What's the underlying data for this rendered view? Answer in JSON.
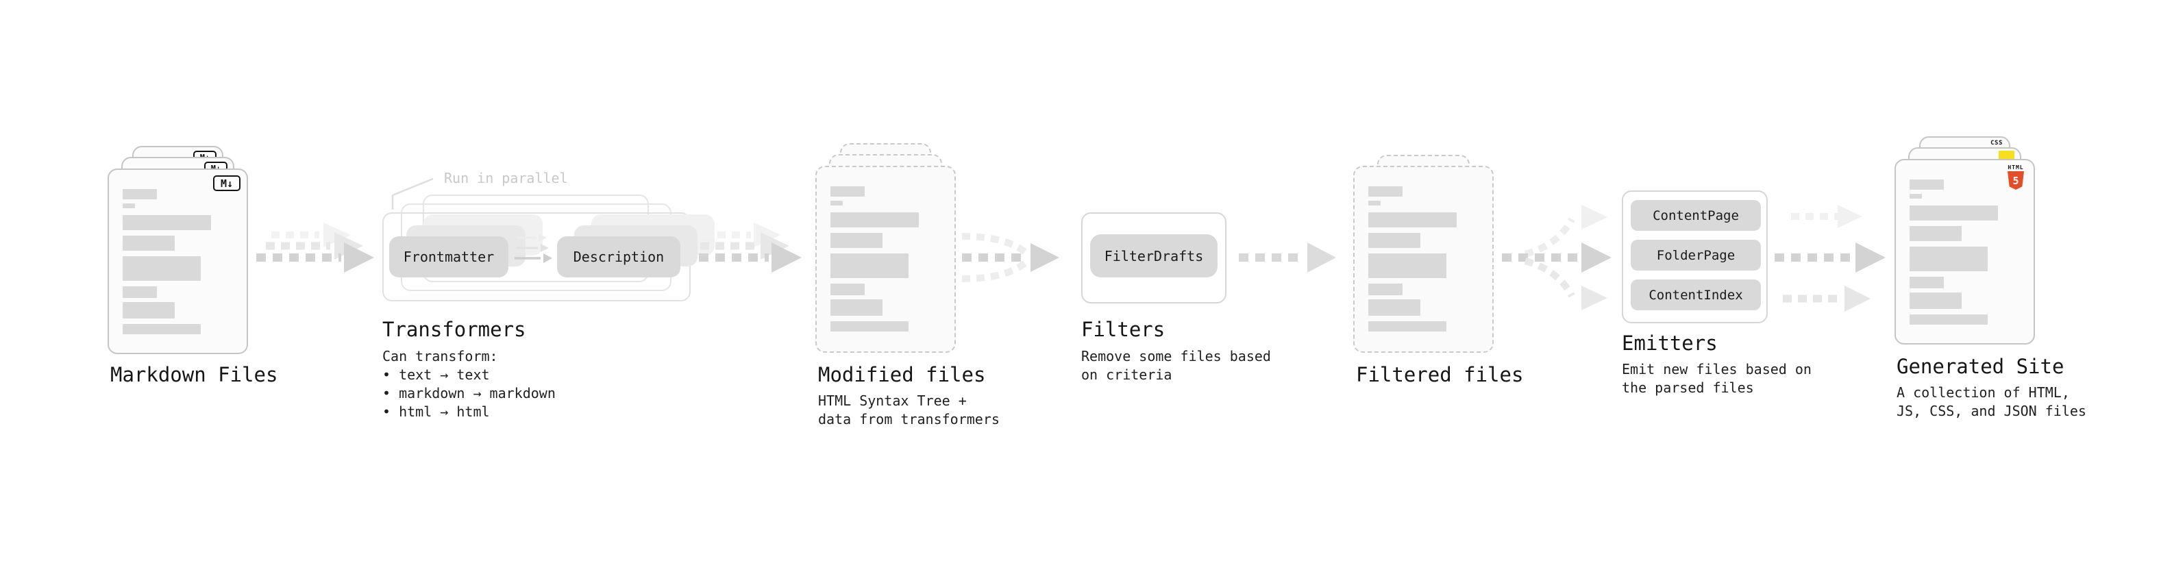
{
  "colors": {
    "html5_orange": "#e44d26",
    "js_yellow": "#f7df1e",
    "css_blue": "#2166f0",
    "pill_gray": "#d9d9d9",
    "muted_label": "#c8c8c8"
  },
  "stages": {
    "markdown": {
      "title": "Markdown Files",
      "badge": "M↓"
    },
    "transformers": {
      "title": "Transformers",
      "callout": "Run in parallel",
      "pills": [
        "Frontmatter",
        "Description"
      ],
      "desc": [
        "Can transform:",
        "• text → text",
        "• markdown → markdown",
        "• html → html"
      ]
    },
    "modified": {
      "title": "Modified files",
      "desc": [
        "HTML Syntax Tree +",
        "data from transformers"
      ]
    },
    "filters": {
      "title": "Filters",
      "pill": "FilterDrafts",
      "desc": [
        "Remove some files based",
        "on criteria"
      ]
    },
    "filtered": {
      "title": "Filtered files"
    },
    "emitters": {
      "title": "Emitters",
      "pills": [
        "ContentPage",
        "FolderPage",
        "ContentIndex"
      ],
      "desc": [
        "Emit new files based on",
        "the parsed files"
      ]
    },
    "generated": {
      "title": "Generated Site",
      "badges": {
        "css": "CSS",
        "html_label": "HTML",
        "html_number": "5"
      },
      "desc": [
        "A collection of HTML,",
        "JS, CSS, and JSON files"
      ]
    }
  }
}
